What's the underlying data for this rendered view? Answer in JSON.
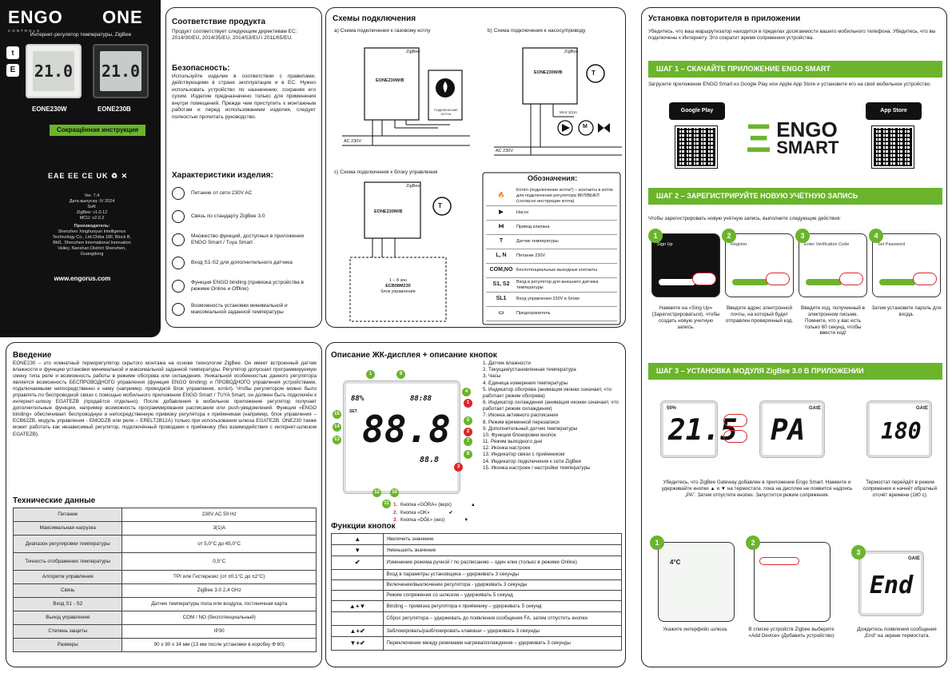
{
  "cover": {
    "brand": "ENGO",
    "brand_sub": "CONTROLS",
    "brand2": "ONE",
    "product": "Интернет-регулятор температуры, ZigBee",
    "model1": "EONE230W",
    "model2": "EONE230B",
    "guide": "Сокращённая инструкция",
    "lcd_white": "21.0",
    "lcd_black": "21.0",
    "version": "Ver. 7.4",
    "date": "Дата выпуска: IV 2024",
    "soft": "Soft:",
    "zigbee_ver": "ZigBee: v1.0.12",
    "mcu": "MCU: v2.0.2",
    "manufacturer_h": "Производитель:",
    "manufacturer": "Shenzhen Xinghuoyun Intelligence Technology Co., Ltd.Chiba 18F, Block B, Bld1, Shenzhen International Innovation Valley, Nanshan District Shenzhen, Guangdong",
    "website": "www.engorus.com",
    "certs": "ЕАЕ ЕЕ CE UK ♻ ✕"
  },
  "conformity": {
    "title": "Соответствие продукта",
    "text": "Продукт соответствует следующим директивам ЕС: 2014/30/EU, 2014/35/EU, 2014/53/EU і 2011/65/EU.",
    "safety_title": "Безопасность:",
    "safety_text": "Используйте изделие в соответствии с правилами, действующими в стране эксплуатации и в ЕС. Нужно использовать устройство по назначению, сохраняя его сухим. Изделие предназначено только для применения внутри помещений. Прежде чем приступить к монтажным работам и перед использованием изделия, следует полностью прочитать руководство."
  },
  "features": {
    "title": "Характеристики изделия:",
    "items": [
      {
        "icon": "plug-icon",
        "text": "Питание от сети 230V AC"
      },
      {
        "icon": "zigbee-icon",
        "text": "Связь по стандарту ZigBee 3.0"
      },
      {
        "icon": "tuya-icon",
        "text": "Множество функций, доступных в приложении ENGO Smart / Tuya Smart"
      },
      {
        "icon": "sensor-icon",
        "text": "Вход S1-S2 для дополнительного датчика"
      },
      {
        "icon": "binding-icon",
        "text": "Функция ENGO binding (привязка устройства в режиме Online и Offline)"
      },
      {
        "icon": "humidity-icon",
        "text": "Возможность установки минимальной и максимальной заданной температуры"
      }
    ]
  },
  "wiring": {
    "title": "Схемы подключения",
    "a": "а) Схема подключения к газовому котлу",
    "b": "b) Схема подключения к насосу/приводу",
    "c": "c) Схема подключения к блоку управления",
    "device": "EONE230W/B",
    "zigbee": "ZigBee",
    "boiler": "ПОДКЛЮЧЕНИЕ КОТЛА",
    "ecb": "ECB08M230",
    "zones": "1 – 8 зон",
    "block": "блок управления",
    "ac": "AC 230V",
    "max": "MAX 3(1)A",
    "legend_title": "Обозначения:",
    "legend": [
      {
        "sym": "🔥",
        "text": "Котёл (подключение котла*) – контакты в котле для подключения регулятора ВКЛ/ВЫКЛ (согласно инструкции котла)"
      },
      {
        "sym": "▶",
        "text": "Насос"
      },
      {
        "sym": "⋈",
        "text": "Привод клапана"
      },
      {
        "sym": "T",
        "text": "Датчик температуры"
      },
      {
        "sym": "L, N",
        "text": "Питание 230V"
      },
      {
        "sym": "COM,NO",
        "text": "Беспотенциальные выходные контакты"
      },
      {
        "sym": "S1, S2",
        "text": "Вход в регулятор для внешнего датчика температуры"
      },
      {
        "sym": "SL1",
        "text": "Вход управления 230V в блоке"
      },
      {
        "sym": "▭",
        "text": "Предохранитель"
      }
    ]
  },
  "intro": {
    "title": "Введение",
    "text": "EONE230 – это комнатный терморегулятор скрытого монтажа на основе технологии ZigBee. Он имеет встроенный датчик влажности и функцию установки минимальной и максимальной заданной температуры. Регулятор допускает программируемую смену типа реле и возможность работы в режиме обогрева или охлаждения. Уникальной особенностью данного регулятора является возможность БЕСПРОВОДНОГО управления (функция ENGO binding) и ПРОВОДНОГО управления устройствами, подключаемыми непосредственно к нему (например, проводной блок управления, котёл). Чтобы регулятором можно было управлять по беспроводной связи с помощью мобильного приложения ENGO Smart / TUYA Smart, он должен быть подключён к интернет-шлюзу EGATEZB (продаётся отдельно). После добавления в мобильное приложение регулятор получает дополнительные функции, например возможность программирования расписания или push-уведомлений. Функция «ENGO binding» обеспечивает беспроводную и непосредственную привязку регулятора к приёмникам (например, блок управления – ECB62ZB, модуль управления - EMODZB или реле – ERELT2B12A) только при использовании шлюза EGATEZB. ONE230 также может работать как независимый регулятор, подключённый проводами к приёмнику (без взаимодействия с интернет-шлюзом EGATEZB)."
  },
  "specs": {
    "title": "Технические данные",
    "rows": [
      {
        "k": "Питание",
        "v": "230V AC 50 Hz"
      },
      {
        "k": "Максимальная нагрузка",
        "v": "3(1)A"
      },
      {
        "k": "Диапазон регулировки температуры",
        "v": "от 5,0°С до 45,0°С"
      },
      {
        "k": "Точность отображения температуры",
        "v": "0,5°С"
      },
      {
        "k": "Алгоритм управления",
        "v": "TPI или Гистерезис (от ±0,1°С до ±2°С)"
      },
      {
        "k": "Связь",
        "v": "ZigBee 3.0 2,4 GHz"
      },
      {
        "k": "Вход S1 - S2",
        "v": "Датчик температуры пола или воздуха, гостиничная карта"
      },
      {
        "k": "Выход управления",
        "v": "COM / NO (беспотенциальный)"
      },
      {
        "k": "Степень защиты",
        "v": "IP30"
      },
      {
        "k": "Размеры",
        "v": "90 x 90 x 34 мм (13 мм после установки в коробку Φ 60)"
      }
    ]
  },
  "lcd": {
    "title": "Описание ЖК-дисплея + описание кнопок",
    "main": "88.8",
    "small1": "88%",
    "small2": "88:88",
    "small3": "88.8",
    "set": "SET",
    "items": [
      "1. Датчик влажности",
      "2. Текущая/установленная температура",
      "3. Часы",
      "4. Единица измерения температуры",
      "5. Индикатор обогрева (анимация иконки означает, что работает режим обогрева)",
      "6. Индикатор охлаждения (анимация иконки означает, что работает режим охлаждения)",
      "7. Иконка активного расписания",
      "8. Режим временной перезаписи",
      "9. Дополнительный датчик температуры",
      "10. Функция блокировки кнопок",
      "11. Режим выходного дня",
      "12. Иконка настроек",
      "13. Индикатор связи с приёмником",
      "14. Индикатор подключения к сети ZigBee",
      "15. Иконка настроек / настройки температуры"
    ],
    "buttons": [
      {
        "sym": "▲",
        "n": "1.",
        "t": "Кнопка «GÓRA» (верх)"
      },
      {
        "sym": "✔",
        "n": "2.",
        "t": "Кнопка «OK»"
      },
      {
        "sym": "▼",
        "n": "3.",
        "t": "Кнопка «DÓŁ» (низ)"
      }
    ]
  },
  "functions": {
    "title": "Функции кнопок",
    "rows": [
      {
        "s": "▲",
        "t": "Увеличить значение"
      },
      {
        "s": "▼",
        "t": "Уменьшить значение"
      },
      {
        "s": "✔",
        "t": "Изменение режима ручной / по расписанию – один клик (только в режиме Online)"
      },
      {
        "s": "",
        "t": "Вход в параметры установщика – удерживать 3 секунды"
      },
      {
        "s": "",
        "t": "Включение/выключение регулятора - удерживать 3 секунды"
      },
      {
        "s": "",
        "t": "Режим сопряжения со шлюзом – удерживать 5 секунд"
      },
      {
        "s": "▲+▼",
        "t": "Binding – привязка регулятора к приёмнику – удерживать 5 секунд"
      },
      {
        "s": "",
        "t": "Сброс регулятора – удерживать до появления сообщения FA, затем отпустить кнопки"
      },
      {
        "s": "▲+✔",
        "t": "Заблокировать/разблокировать клавиши – удерживать 3 секунды"
      },
      {
        "s": "▼+✔",
        "t": "Переключение между режимами нагрева/охлаждения – удерживать 3 секунды"
      }
    ]
  },
  "app": {
    "title": "Установка повторителя в приложении",
    "intro": "Убедитесь, что ваш маршрутизатор находится в пределах досягаемости вашего мобильного телефона. Убедитесь, что вы подключены к Интернету. Это сократит время сопряжения устройства.",
    "step1": "ШАГ 1 – СКАЧАЙТЕ ПРИЛОЖЕНИЕ ENGO SMART",
    "step1_text": "Загрузите приложение ENGO Smart из Google Play или Apple App Store и установите его на своё мобильное устройство.",
    "google": "Google Play",
    "apple": "App Store",
    "smart1": "ENGO",
    "smart2": "SMART",
    "step2": "ШАГ 2 – ЗАРЕГИСТРИРУЙТЕ НОВУЮ УЧЁТНУЮ ЗАПИСЬ",
    "step2_text": "Чтобы зарегистрировать новую учётную запись, выполните следующие действия:",
    "reg": [
      {
        "n": "1",
        "screen": "Sign Up",
        "t": "Нажмите на «Sing Up» (Зарегистрироваться), чтобы создать новую учетную запись."
      },
      {
        "n": "2",
        "screen": "Register",
        "t": "Введите адрес электронной почты, на который будет отправлен проверочный код."
      },
      {
        "n": "3",
        "screen": "Enter Verification Code",
        "t": "Введите код, полученный в электронном письме. Помните, что у вас есть только 60 секунд, чтобы ввести код!"
      },
      {
        "n": "4",
        "screen": "Set Password",
        "t": "Затем установите пароль для входа."
      }
    ],
    "step3": "ШАГ 3 – УСТАНОВКА МОДУЛЯ ZigBee 3.0 В ПРИЛОЖЕНИИ",
    "pair_text": "Убедитесь, что ZigBee Gateway добавлен в приложение Engo Smart. Нажмите и удерживайте кнопки ▲ и ▼ на термостате, пока на дисплее не появится надпись „PA”. Затем отпустите кнопки. Запустится режим сопряжения.",
    "count_text": "Термостат перейдёт в режим сопряжения и начнёт обратный отсчёт времени (180 с).",
    "disp1_hum": "50%",
    "disp1": "21.5",
    "disp2": "PA",
    "disp3": "180",
    "gate": "GAtE",
    "end": "End",
    "sub": [
      {
        "n": "1",
        "t": "Укажите интерфейс шлюза."
      },
      {
        "n": "2",
        "t": "В списке устройств Zigbee выберите «Add Device» (Добавить устройство)"
      },
      {
        "n": "3",
        "t": "Дождитесь появления сообщения „End” на экране термостата."
      }
    ],
    "phone_temp": "4°C"
  },
  "colors": {
    "green": "#6bb42c",
    "red": "#d9262c",
    "dark": "#111111"
  }
}
